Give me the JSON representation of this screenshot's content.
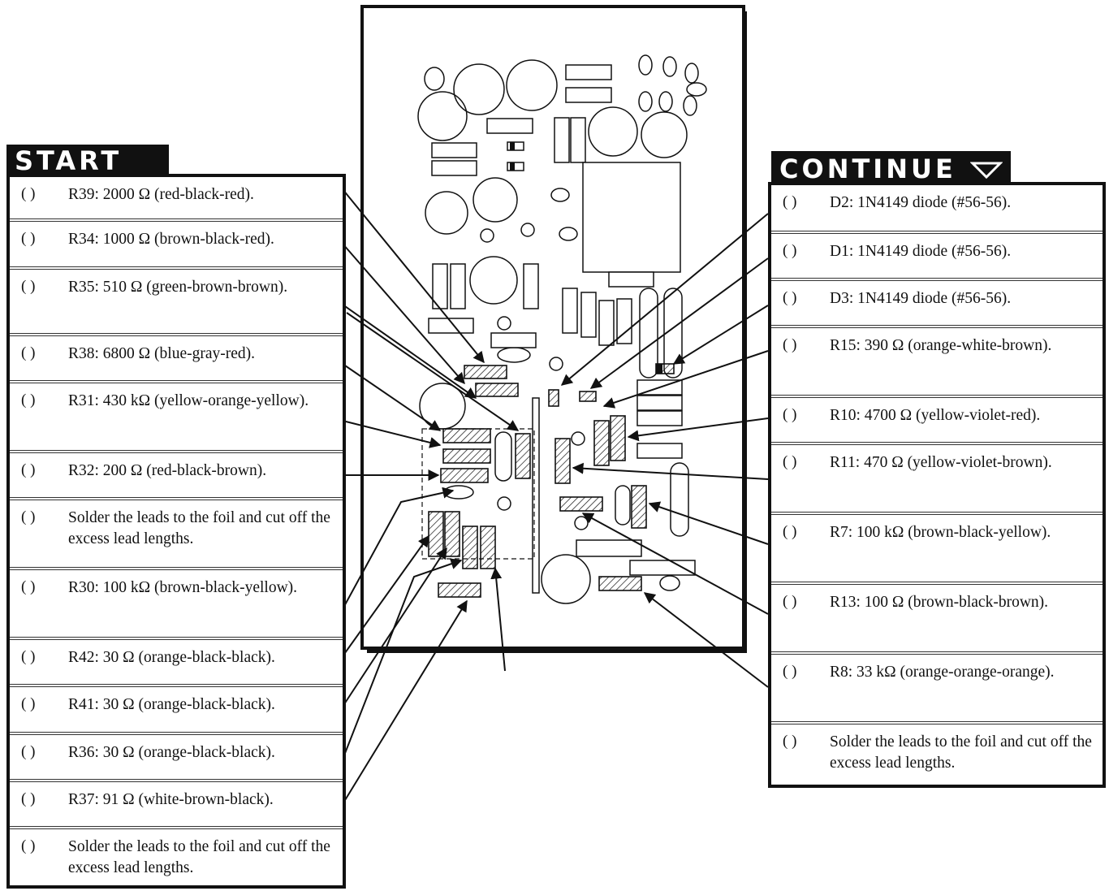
{
  "start": {
    "title": "START",
    "steps": [
      {
        "check": "( )",
        "text": "R39: 2000 Ω (red-black-red)."
      },
      {
        "check": "( )",
        "text": "R34: 1000 Ω (brown-black-red)."
      },
      {
        "check": "( )",
        "text": "R35: 510 Ω (green-brown-brown)."
      },
      {
        "check": "( )",
        "text": "R38: 6800 Ω (blue-gray-red)."
      },
      {
        "check": "( )",
        "text": "R31: 430 kΩ (yellow-orange-yellow)."
      },
      {
        "check": "( )",
        "text": "R32: 200 Ω (red-black-brown)."
      },
      {
        "check": "( )",
        "text": "Solder the leads to the foil and cut off the excess lead lengths."
      },
      {
        "check": "( )",
        "text": "R30: 100 kΩ (brown-black-yellow)."
      },
      {
        "check": "( )",
        "text": "R42: 30 Ω (orange-black-black)."
      },
      {
        "check": "( )",
        "text": "R41: 30 Ω (orange-black-black)."
      },
      {
        "check": "( )",
        "text": "R36: 30 Ω (orange-black-black)."
      },
      {
        "check": "( )",
        "text": "R37: 91 Ω (white-brown-black)."
      },
      {
        "check": "( )",
        "text": "Solder the leads to the foil and cut off the excess lead lengths."
      }
    ]
  },
  "continue": {
    "title": "CONTINUE",
    "steps": [
      {
        "check": "( )",
        "text": "D2: 1N4149 diode (#56-56)."
      },
      {
        "check": "( )",
        "text": "D1: 1N4149 diode (#56-56)."
      },
      {
        "check": "( )",
        "text": "D3: 1N4149 diode (#56-56)."
      },
      {
        "check": "( )",
        "text": "R15: 390 Ω (orange-white-brown)."
      },
      {
        "check": "( )",
        "text": "R10: 4700 Ω (yellow-violet-red)."
      },
      {
        "check": "( )",
        "text": "R11: 470 Ω (yellow-violet-brown)."
      },
      {
        "check": "( )",
        "text": "R7: 100 kΩ (brown-black-yellow)."
      },
      {
        "check": "( )",
        "text": "R13: 100 Ω (brown-black-brown)."
      },
      {
        "check": "( )",
        "text": "R8: 33 kΩ (orange-orange-orange)."
      },
      {
        "check": "( )",
        "text": "Solder the leads to the foil and cut off the excess lead lengths."
      }
    ]
  },
  "colors": {
    "ink": "#111111",
    "paper": "#ffffff"
  },
  "icons": {
    "start_arrow": "down-arrow-filled-icon",
    "continue_arrow": "down-arrow-outline-icon",
    "check": "handwritten-checkmark-icon"
  }
}
